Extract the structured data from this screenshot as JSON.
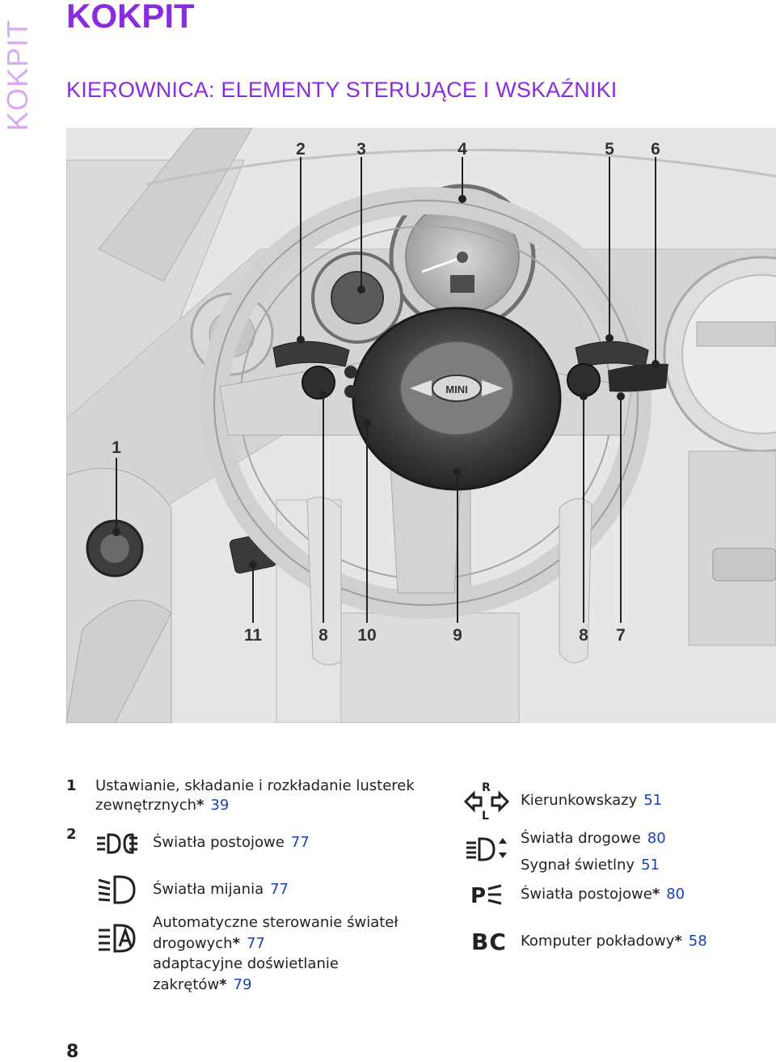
{
  "side_tab": "KOKPIT",
  "section_title": "KOKPIT",
  "subtitle": "KIEROWNICA: ELEMENTY STERUJĄCE I WSKAŹNIKI",
  "figure": {
    "callouts": [
      "2",
      "3",
      "4",
      "5",
      "6",
      "1",
      "11",
      "8",
      "10",
      "9",
      "8",
      "7"
    ],
    "badge": "MINI"
  },
  "legend_left": {
    "item1": {
      "number": "1",
      "line1": "Ustawianie, składanie i rozkładanie lusterek",
      "line2": "zewnętrznych",
      "star": "*",
      "ref": "39"
    },
    "item2": {
      "number": "2",
      "label": "Światła postojowe",
      "ref": "77"
    },
    "item3": {
      "label": "Światła mijania",
      "ref": "77"
    },
    "item4": {
      "line1": "Automatyczne sterowanie świateł",
      "line2": "drogowych",
      "star2": "*",
      "ref2": "77",
      "line3": "adaptacyjne doświetlanie",
      "line4": "zakrętów",
      "star4": "*",
      "ref4": "79"
    }
  },
  "legend_right": {
    "item1": {
      "label": "Kierunkowskazy",
      "ref": "51",
      "icon_R": "R",
      "icon_L": "L"
    },
    "item2": {
      "label_a": "Światła drogowe",
      "ref_a": "80",
      "label_b": "Sygnał świetlny",
      "ref_b": "51"
    },
    "item3": {
      "label": "Światła postojowe",
      "star": "*",
      "ref": "80",
      "icon_P": "P"
    },
    "item4": {
      "label": "Komputer pokładowy",
      "star": "*",
      "ref": "58",
      "icon_BC": "BC"
    }
  },
  "page_number": "8"
}
